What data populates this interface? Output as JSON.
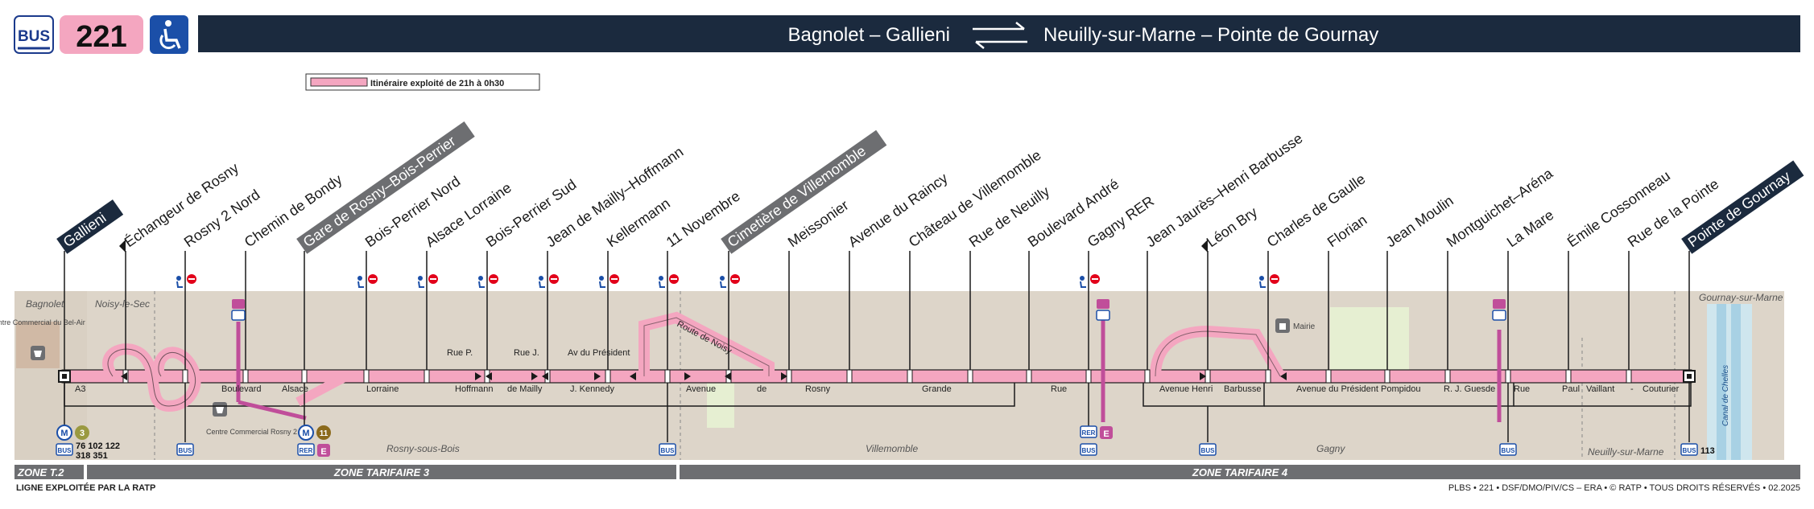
{
  "header": {
    "mode_label": "BUS",
    "line_number": "221",
    "accessible_icon": "wheelchair-icon",
    "terminus_a": "Bagnolet – Gallieni",
    "terminus_b": "Neuilly-sur-Marne – Pointe de Gournay",
    "direction_icon": "bidirectional-arrows-icon"
  },
  "legend": {
    "label": "Itinéraire exploité de 21h à 0h30"
  },
  "colors": {
    "line_pink": "#f4a6c0",
    "navy": "#1b2a3e",
    "town_bg": "#ddd5c9",
    "zone_bar": "#6d6e71",
    "rer_e": "#c04e9a",
    "metro_3": "#9a9940",
    "metro_11": "#8b6a1c"
  },
  "stops": [
    {
      "name": "Gallieni",
      "terminus": true
    },
    {
      "name": "Échangeur de Rosny",
      "one_way": true
    },
    {
      "name": "Rosny 2 Nord",
      "access": true
    },
    {
      "name": "Chemin de Bondy"
    },
    {
      "name": "Gare de Rosny–Bois-Perrier",
      "boxed": true
    },
    {
      "name": "Bois-Perrier Nord",
      "access": true
    },
    {
      "name": "Alsace Lorraine",
      "access": true
    },
    {
      "name": "Bois-Perrier Sud",
      "access": true
    },
    {
      "name": "Jean de Mailly–Hoffmann",
      "access": true
    },
    {
      "name": "Kellermann",
      "access": true
    },
    {
      "name": "11 Novembre",
      "access": true
    },
    {
      "name": "Cimetière de Villemomble",
      "boxed": true,
      "access": true
    },
    {
      "name": "Meissonier"
    },
    {
      "name": "Avenue du Raincy"
    },
    {
      "name": "Château de Villemomble"
    },
    {
      "name": "Rue de Neuilly"
    },
    {
      "name": "Boulevard André"
    },
    {
      "name": "Gagny RER",
      "access": true
    },
    {
      "name": "Jean Jaurès–Henri Barbusse"
    },
    {
      "name": "Léon Bry",
      "one_way": true
    },
    {
      "name": "Charles de Gaulle",
      "access": true
    },
    {
      "name": "Florian"
    },
    {
      "name": "Jean Moulin"
    },
    {
      "name": "Montguichet–Aréna"
    },
    {
      "name": "La Mare"
    },
    {
      "name": "Émile Cossonneau"
    },
    {
      "name": "Rue de la Pointe"
    },
    {
      "name": "Pointe de Gournay",
      "terminus": true
    }
  ],
  "towns": [
    "Bagnolet",
    "Noisy-le-Sec",
    "Rosny-sous-Bois",
    "Villemomble",
    "Gagny",
    "Neuilly-sur-Marne",
    "Gournay-sur-Marne"
  ],
  "pois": [
    {
      "label": "Centre Commercial du Bel-Air"
    },
    {
      "label": "Centre Commercial Rosny 2"
    },
    {
      "label": "Mairie"
    }
  ],
  "streets": {
    "bagnolet_a3": "A3",
    "boulevard": "Boulevard",
    "alsace": "Alsace",
    "lorraine": "Lorraine",
    "rue_p": "Rue P.",
    "hoffmann": "Hoffmann",
    "rue_j": "Rue J.",
    "de_mailly": "de Mailly",
    "av_du_president": "Av du Président",
    "j_kennedy": "J. Kennedy",
    "route_de_noisy": "Route de Noisy",
    "avenue": "Avenue",
    "de": "de",
    "rosny": "Rosny",
    "grande": "Grande",
    "rue": "Rue",
    "avenue2": "Avenue",
    "henri": "Henri",
    "barbusse": "Barbusse",
    "avenue_president_pompidou": "Avenue du Président Pompidou",
    "rj_guesde": "R. J. Guesde",
    "rue2": "Rue",
    "paul": "Paul",
    "vaillant": "Vaillant",
    "dash": "-",
    "couturier": "Couturier",
    "canal": "Canal de Chelles"
  },
  "correspondences": {
    "gallieni_bus": "BUS",
    "gallieni_metro": "M",
    "gallieni_metro_line": "3",
    "gallieni_bus_lines_1": "76 102 122",
    "gallieni_bus_lines_2": "318 351",
    "rosny2_bus": "BUS",
    "rer_label": "RER",
    "rer_e": "E",
    "metro_m": "M",
    "metro_11": "11",
    "novembre_bus": "BUS",
    "gagny_rer": "RER",
    "gagny_e": "E",
    "gagny_bus": "BUS",
    "barbusse_bus": "BUS",
    "lamare_bus": "BUS",
    "gournay_bus": "BUS",
    "gournay_line": "113"
  },
  "zones": {
    "zone_t2": "ZONE T.2",
    "zone_3": "ZONE TARIFAIRE 3",
    "zone_4": "ZONE TARIFAIRE 4"
  },
  "footer": {
    "operator": "LIGNE EXPLOITÉE PAR LA RATP",
    "credits": "PLBS • 221 • DSF/DMO/PIV/CS – ERA • © RATP • TOUS DROITS RÉSERVÉS • 02.2025"
  }
}
